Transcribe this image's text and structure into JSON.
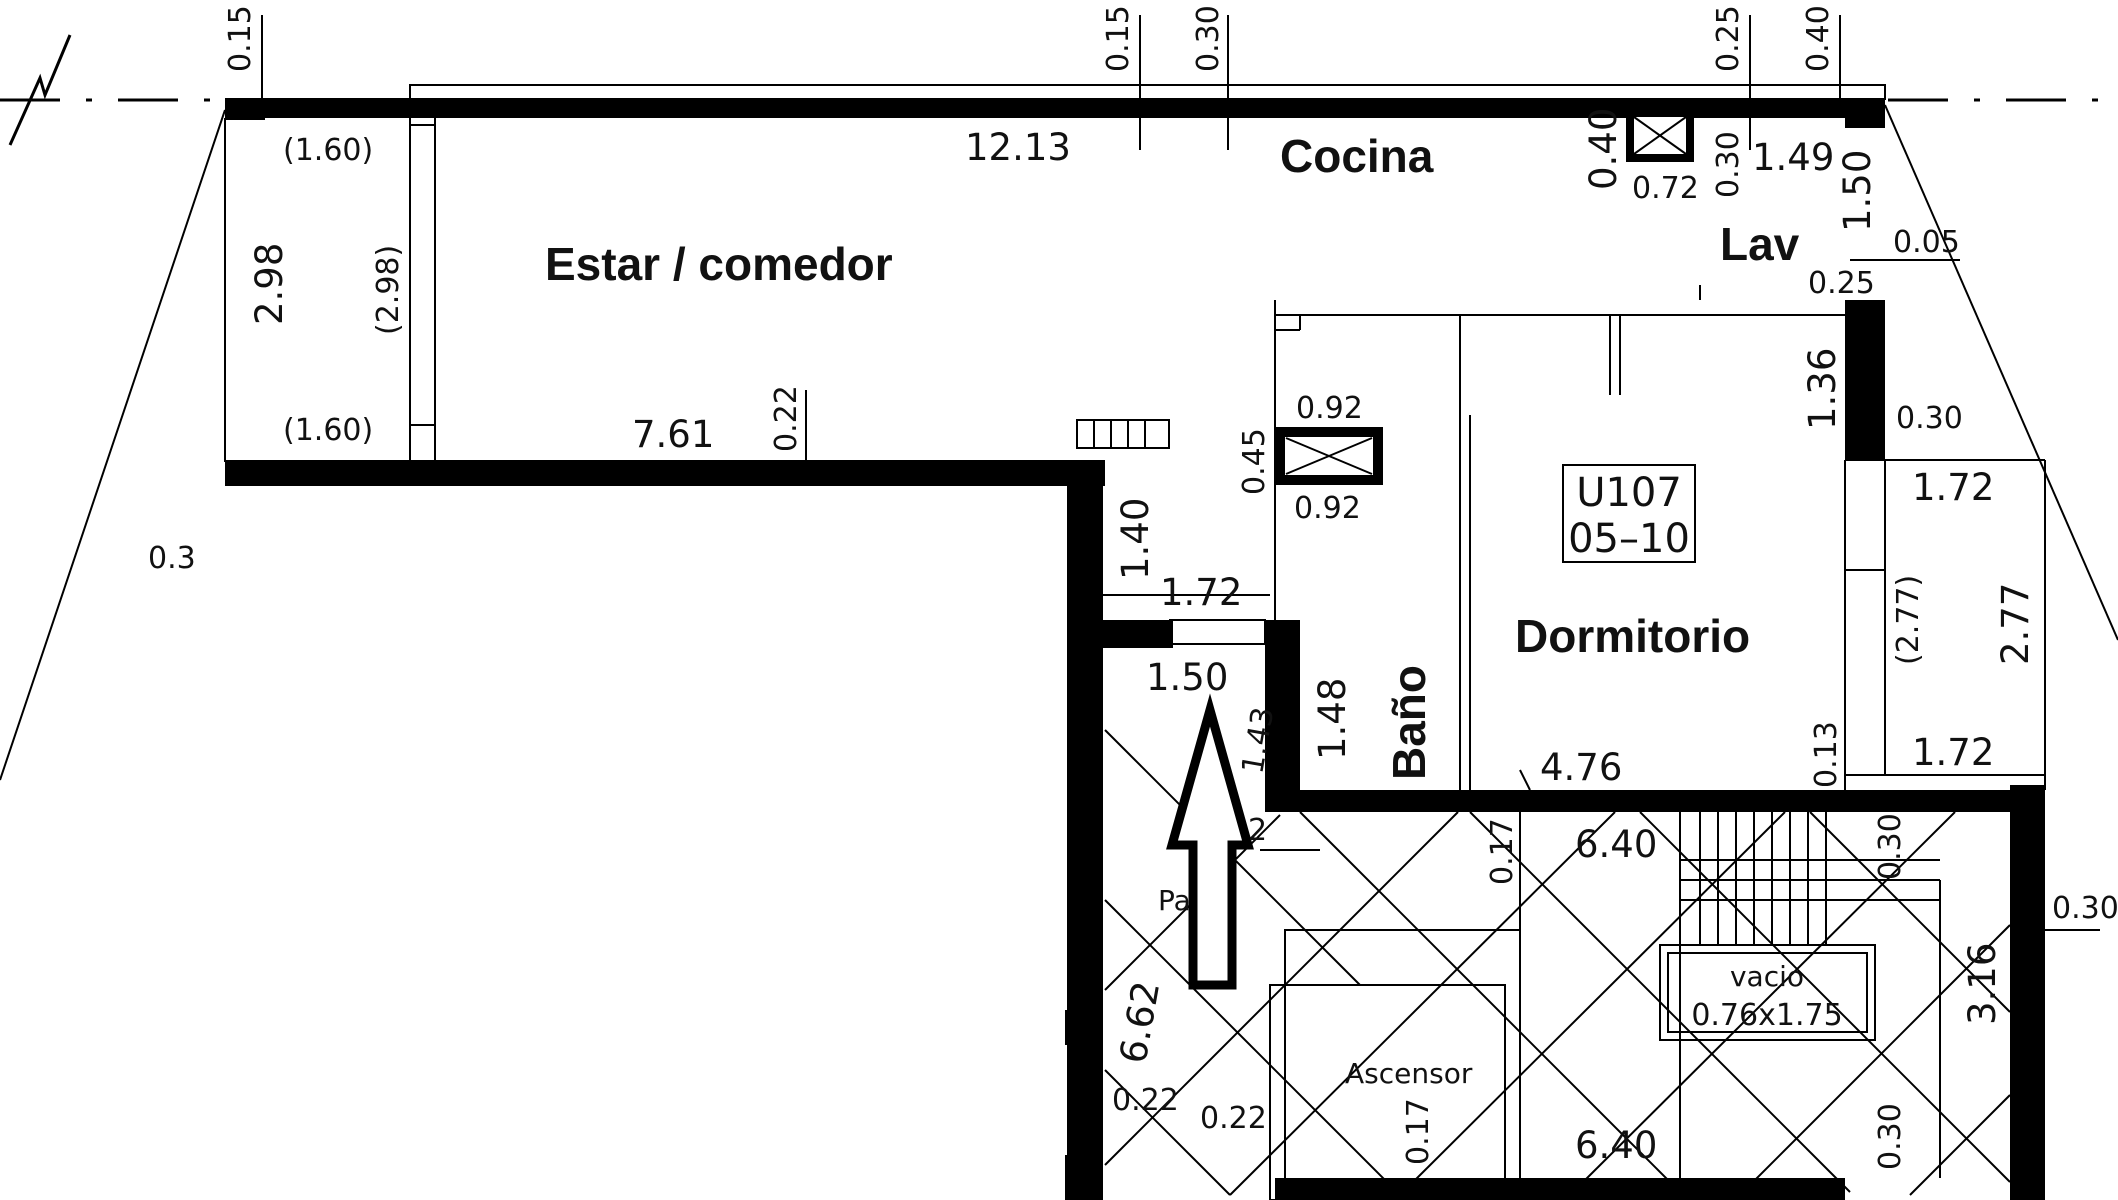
{
  "rooms": {
    "living": "Estar / comedor",
    "kitchen": "Cocina",
    "laundry": "Lav",
    "bedroom": "Dormitorio",
    "bath": "Baño",
    "elevator": "Ascensor",
    "partial_label": "Pa"
  },
  "unit": {
    "code": "U107",
    "range": "05–10"
  },
  "void": {
    "label": "vacio",
    "size": "0.76x1.75"
  },
  "dimensions": {
    "top_015_a": "0.15",
    "top_015_b": "0.15",
    "top_030": "0.30",
    "top_025": "0.25",
    "top_040": "0.40",
    "living_len": "12.13",
    "paren_160_top": "(1.60)",
    "paren_160_bot": "(1.60)",
    "height_298": "2.98",
    "paren_298": "(2.98)",
    "living_lower": "7.61",
    "wall_022_a": "0.22",
    "shaft_040": "0.40",
    "shaft_072": "0.72",
    "shaft_030": "0.30",
    "lav_149": "1.49",
    "lav_150": "1.50",
    "lav_005": "0.05",
    "lav_025": "0.25",
    "wall_136": "1.36",
    "wall_030_r": "0.30",
    "shaft2_092_top": "0.92",
    "shaft2_045": "0.45",
    "shaft2_092_bot": "0.92",
    "corr_140": "1.40",
    "corr_172": "1.72",
    "door_150": "1.50",
    "door_143": "1.43",
    "bath_148": "1.48",
    "bed_476": "4.76",
    "bed_013": "0.13",
    "balc_172_top": "1.72",
    "balc_277": "2.77",
    "balc_paren_277": "(2.77)",
    "balc_172_bot": "1.72",
    "hall_640_top": "6.40",
    "hall_017_top": "0.17",
    "hall_030_top": "0.30",
    "right_030": "0.30",
    "stair_316": "3.16",
    "hall_662": "6.62",
    "hall_022_a": "0.22",
    "hall_022_b": "0.22",
    "hall_017_bot": "0.17",
    "hall_640_bot": "6.40",
    "hall_030_bot": "0.30",
    "left_cut": "0.3",
    "small_2": "2"
  }
}
